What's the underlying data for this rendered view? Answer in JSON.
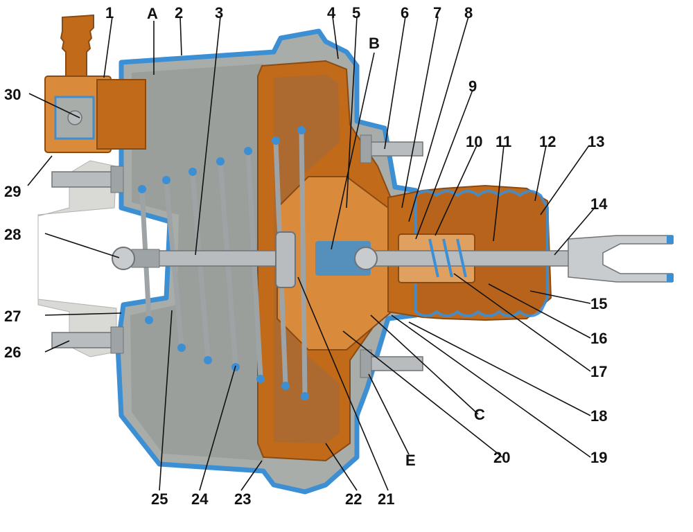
{
  "colors": {
    "housing_outline": "#3d8fd4",
    "housing_fill": "#a9adaa",
    "chamber_shade": "#8f9390",
    "piston": "#c06a1a",
    "piston_light": "#d98a3a",
    "piston_dark": "#8a4a14",
    "spring": "#9ea4a6",
    "spring_tip": "#3d8fd4",
    "steel": "#b9bcbe",
    "steel_dark": "#6f7375",
    "bracket": "#d9dad6",
    "ink": "#111111"
  },
  "labels": {
    "n1": "1",
    "n2": "2",
    "n3": "3",
    "n4": "4",
    "n5": "5",
    "n6": "6",
    "n7": "7",
    "n8": "8",
    "n9": "9",
    "n10": "10",
    "n11": "11",
    "n12": "12",
    "n13": "13",
    "n14": "14",
    "n15": "15",
    "n16": "16",
    "n17": "17",
    "n18": "18",
    "n19": "19",
    "n20": "20",
    "n21": "21",
    "n22": "22",
    "n23": "23",
    "n24": "24",
    "n25": "25",
    "n26": "26",
    "n27": "27",
    "n28": "28",
    "n29": "29",
    "n30": "30",
    "A": "A",
    "B": "B",
    "C": "C",
    "E": "E"
  }
}
